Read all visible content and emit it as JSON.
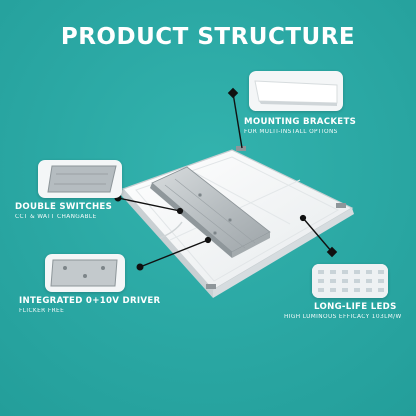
{
  "title": "PRODUCT STRUCTURE",
  "callouts": {
    "mounting": {
      "label": "MOUNTING BRACKETS",
      "sub": "FOR MULTI-INSTALL OPTIONS"
    },
    "switches": {
      "label": "DOUBLE SWITCHES",
      "sub": "CCT & WATT CHANGABLE"
    },
    "driver": {
      "label": "INTEGRATED 0+10V DRIVER",
      "sub": "FLICKER FREE"
    },
    "leds": {
      "label": "LONG-LIFE LEDS",
      "sub": "HIGH LUMINOUS EFFICACY 103LM/W"
    }
  },
  "colors": {
    "background": "#2aa7a3",
    "text": "#ffffff",
    "pointer": "#111111",
    "panel": "#f2f4f5"
  }
}
